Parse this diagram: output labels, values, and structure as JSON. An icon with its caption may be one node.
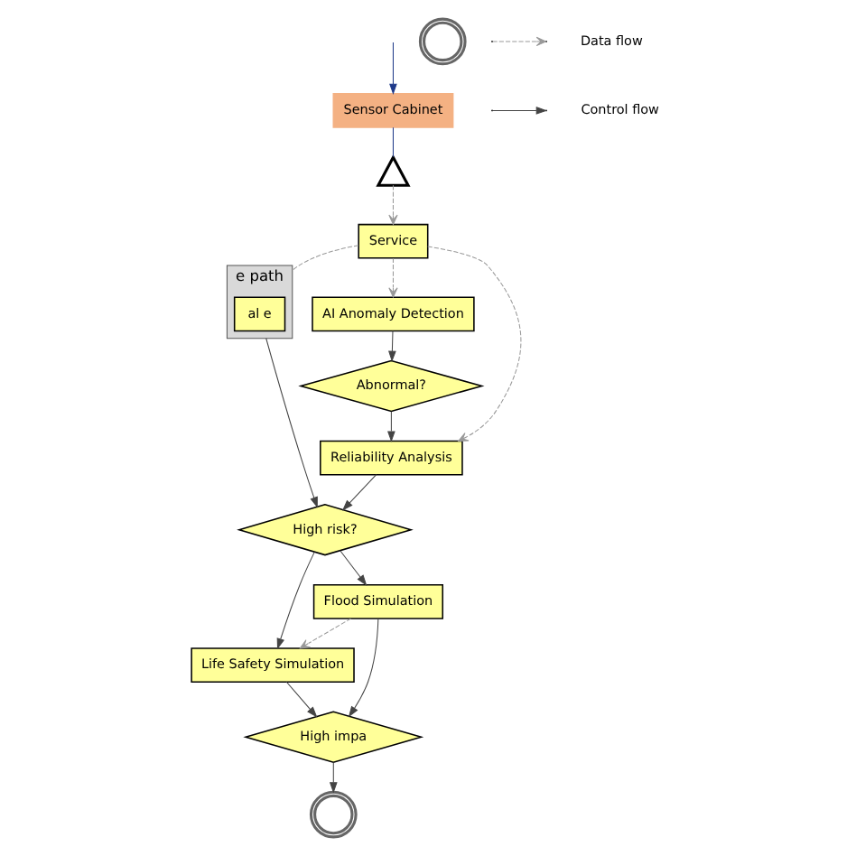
{
  "diagram": {
    "nodes": [
      {
        "text": [
          "e path"
        ]
      },
      {
        "text": [
          "al e"
        ],
        "in": 0
      },
      {
        "text": [
          "Sensor Cabinet"
        ]
      },
      {
        "text": [],
        "shape": "tower"
      },
      {
        "text": [
          "Service"
        ]
      },
      {
        "text": [
          "AI Anomaly Detection"
        ]
      },
      {
        "text": [
          "Reliability Analysis"
        ]
      },
      {
        "text": [
          "Abnormal?"
        ]
      },
      {
        "text": [
          "High risk?"
        ]
      },
      {
        "text": [],
        "shape": "person"
      },
      {
        "text": [
          "Life Safety Simulation"
        ]
      },
      {
        "text": [
          "Flood Simulation"
        ]
      },
      {
        "text": [
          "High impa"
        ]
      },
      {
        "text": [],
        "shape": "person"
      }
    ],
    "edges": [
      {
        "from": null,
        "to": 2,
        "arrow": "to",
        "color": "#1f3a8a"
      },
      {
        "from": 2,
        "to": 3,
        "arrow": "none",
        "color": "#1f3a8a"
      },
      {
        "from": 3,
        "to": 4,
        "arrow": "to",
        "style": "dashed",
        "color": "#999999"
      },
      {
        "from": 4,
        "to": 5,
        "arrow": "to",
        "style": "dashed",
        "color": "#999999"
      },
      {
        "from": 4,
        "to": 6,
        "arrow": "to",
        "style": "dashed",
        "color": "#999999"
      },
      {
        "from": 4,
        "to": 0,
        "arrow": "none",
        "style": "dashed",
        "color": "#999999"
      },
      {
        "from": 5,
        "to": 7,
        "arrow": "to"
      },
      {
        "from": 7,
        "to": 6,
        "arrow": "to"
      },
      {
        "from": 6,
        "to": 8,
        "arrow": "to"
      },
      {
        "from": 0,
        "to": 8,
        "arrow": "to"
      },
      {
        "from": 8,
        "to": 10,
        "arrow": "to"
      },
      {
        "from": 8,
        "to": 11,
        "arrow": "to"
      },
      {
        "from": 11,
        "to": 10,
        "arrow": "to",
        "style": "dashed",
        "color": "#999999"
      },
      {
        "from": 11,
        "to": 12,
        "arrow": "to"
      },
      {
        "from": 10,
        "to": 12,
        "arrow": "to"
      },
      {
        "from": 12,
        "to": 13,
        "arrow": "to"
      }
    ],
    "legend": [
      {
        "text": "Data flow"
      },
      {
        "text": "Control flow"
      }
    ]
  }
}
